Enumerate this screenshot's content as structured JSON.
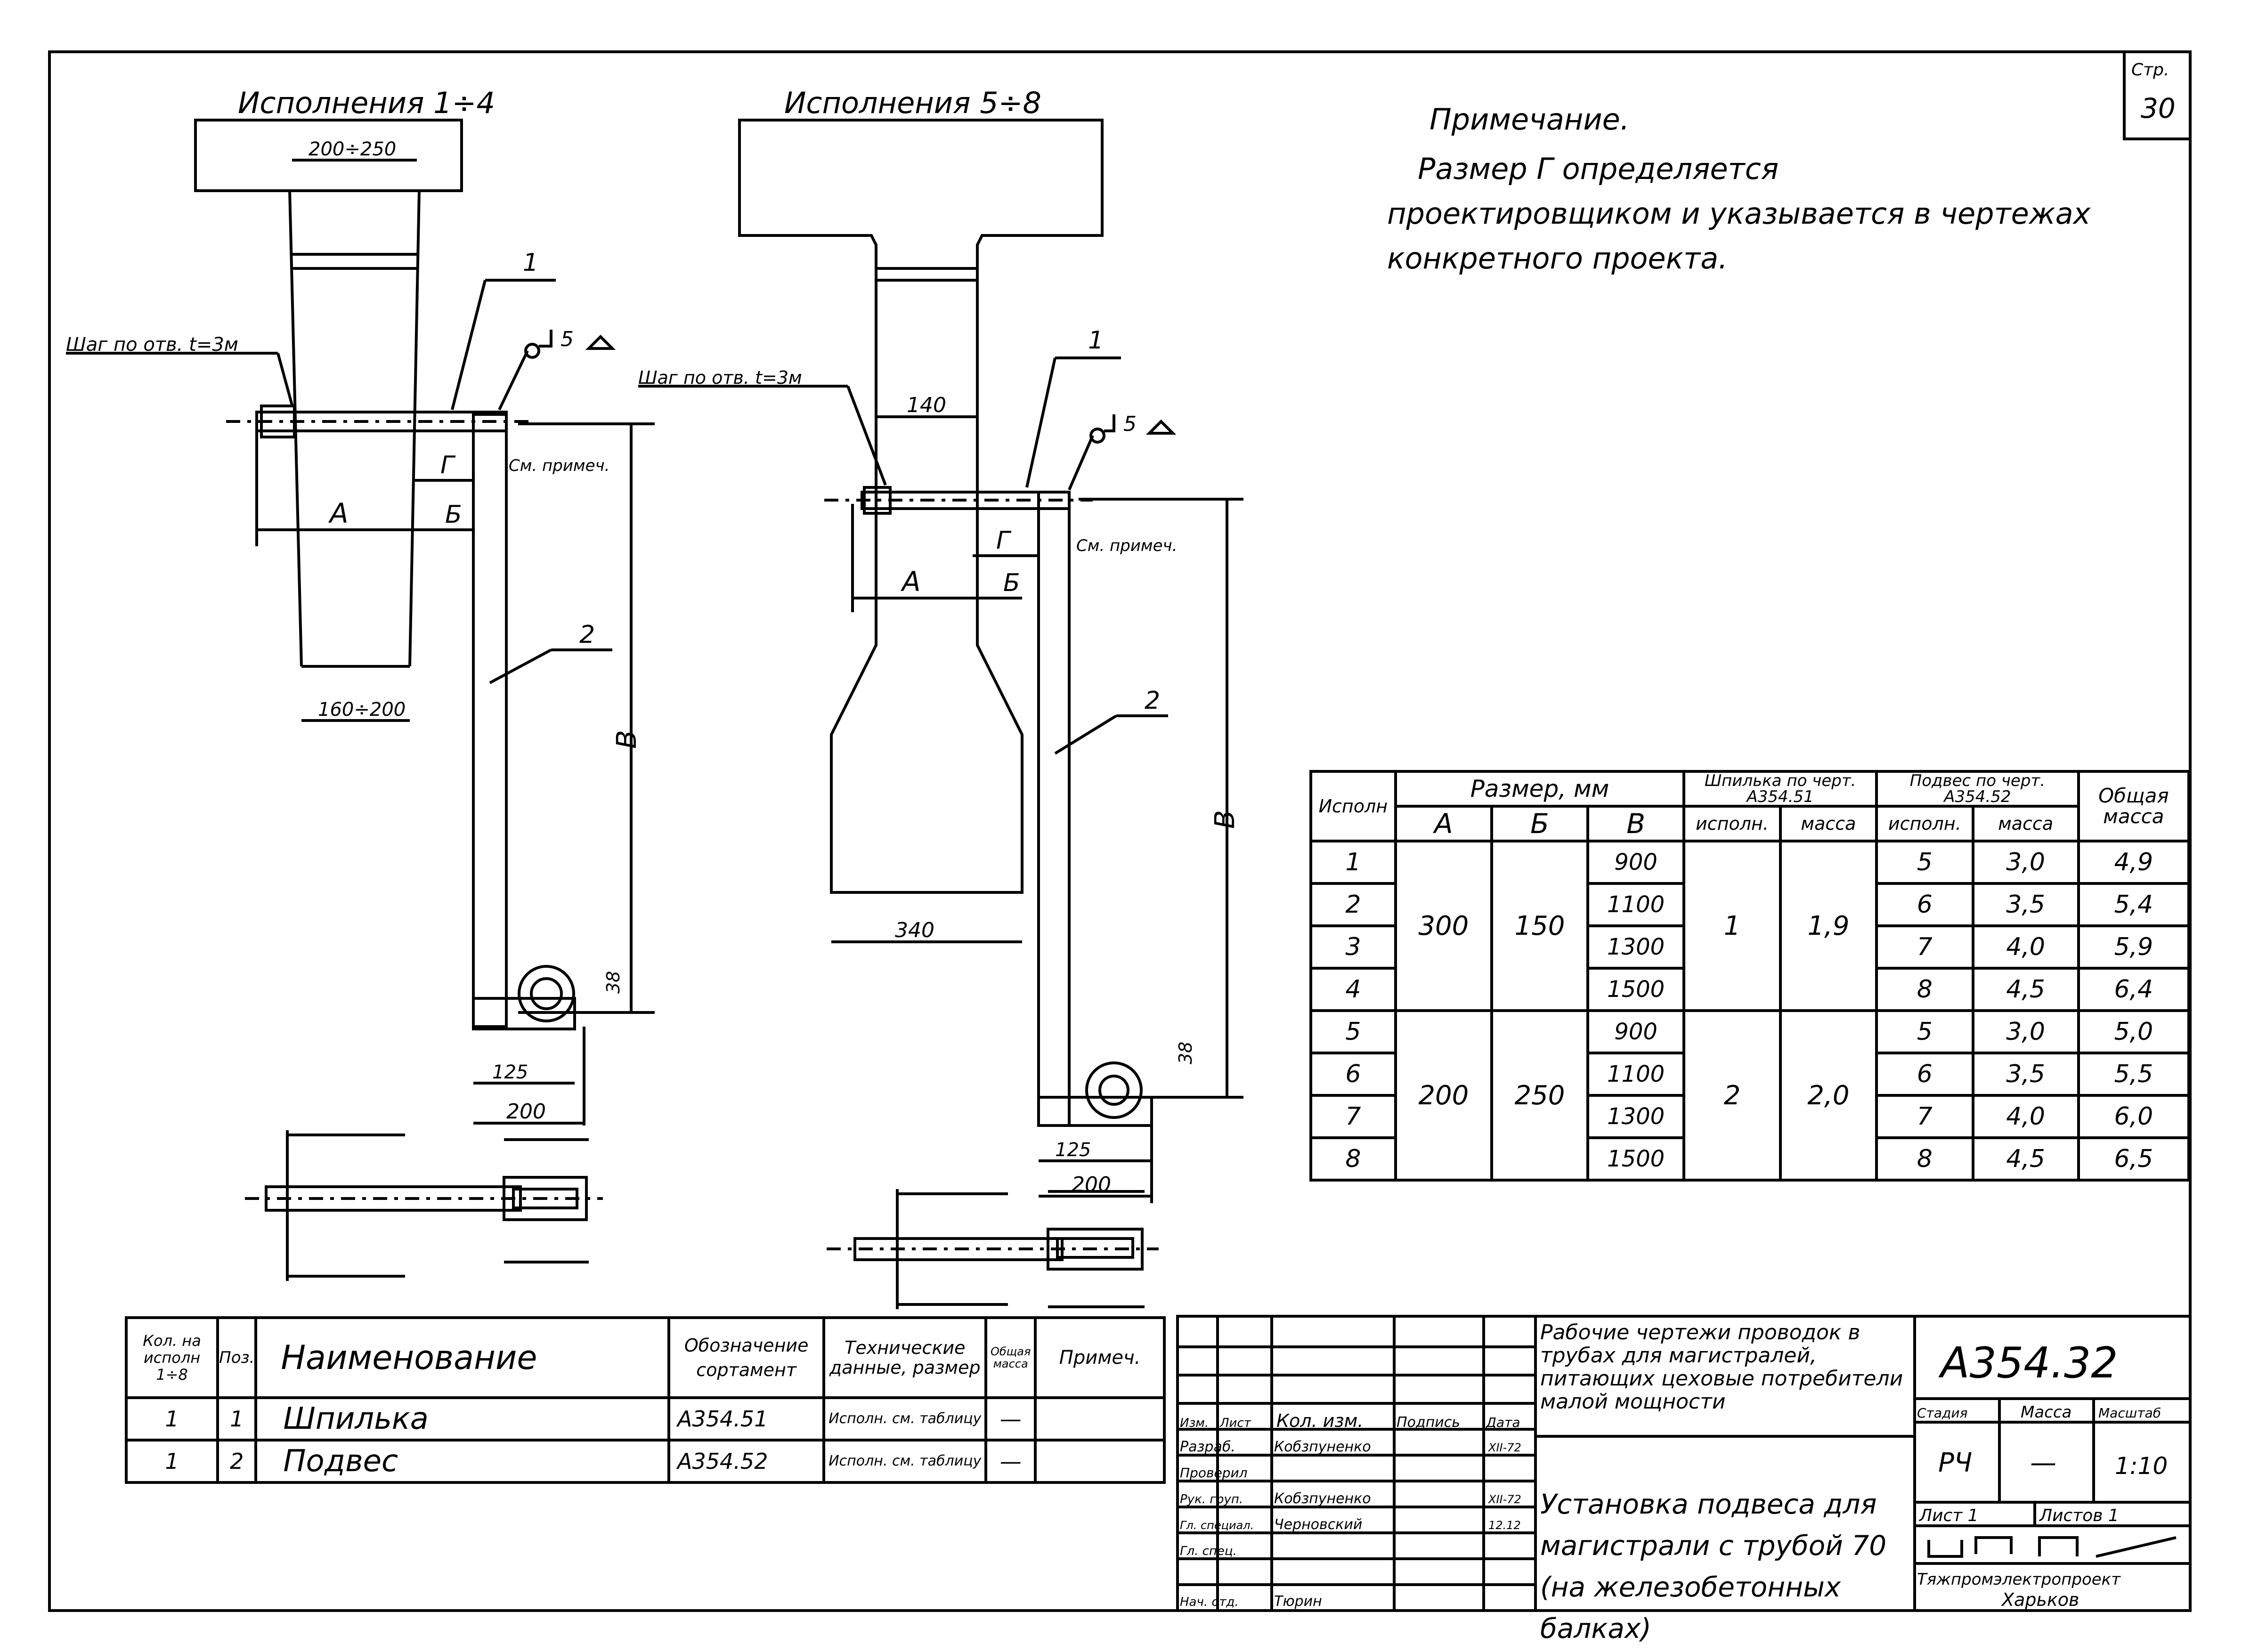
{
  "sheet": {
    "page_label": "Стр.",
    "page_number": "30"
  },
  "note": {
    "title": "Примечание.",
    "line1": "Размер  Г  определяется",
    "line2": "проектировщиком и указывается в чертежах",
    "line3": "конкретного проекта."
  },
  "view_left": {
    "title": "Исполнения 1÷4",
    "dim_top": "200÷250",
    "dim_bottom": "160÷200",
    "pitch_label": "Шаг по отв. t=3м",
    "pos1": "1",
    "pos2": "2",
    "weld": "5",
    "dim_A": "А",
    "dim_B": "Б",
    "dim_G": "Г",
    "dim_V": "В",
    "see_note": "См. примеч.",
    "dim_38": "38",
    "dim_125": "125",
    "dim_200": "200"
  },
  "view_right": {
    "title": "Исполнения 5÷8",
    "dim_140": "140",
    "dim_340": "340",
    "pitch_label": "Шаг по отв. t=3м",
    "pos1": "1",
    "pos2": "2",
    "weld": "5",
    "dim_A": "А",
    "dim_B": "Б",
    "dim_G": "Г",
    "dim_V": "В",
    "see_note": "См. примеч.",
    "dim_38": "38",
    "dim_125": "125",
    "dim_200": "200"
  },
  "size_table": {
    "h_ispoln": "Исполн",
    "h_size": "Размер, мм",
    "h_A": "А",
    "h_B": "Б",
    "h_V": "В",
    "h_stud": "Шпилька по черт. А354.51",
    "h_hanger": "Подвес по черт. А354.52",
    "h_ispoln2": "исполн.",
    "h_mass": "масса",
    "h_ispoln3": "исполн.",
    "h_mass2": "масса",
    "h_total": "Общая масса",
    "group1": {
      "A": "300",
      "B": "150",
      "stud_isp": "1",
      "stud_mass": "1,9"
    },
    "group2": {
      "A": "200",
      "B": "250",
      "stud_isp": "2",
      "stud_mass": "2,0"
    },
    "rows": [
      {
        "isp": "1",
        "V": "900",
        "h_isp": "5",
        "h_mass": "3,0",
        "total": "4,9"
      },
      {
        "isp": "2",
        "V": "1100",
        "h_isp": "6",
        "h_mass": "3,5",
        "total": "5,4"
      },
      {
        "isp": "3",
        "V": "1300",
        "h_isp": "7",
        "h_mass": "4,0",
        "total": "5,9"
      },
      {
        "isp": "4",
        "V": "1500",
        "h_isp": "8",
        "h_mass": "4,5",
        "total": "6,4"
      },
      {
        "isp": "5",
        "V": "900",
        "h_isp": "5",
        "h_mass": "3,0",
        "total": "5,0"
      },
      {
        "isp": "6",
        "V": "1100",
        "h_isp": "6",
        "h_mass": "3,5",
        "total": "5,5"
      },
      {
        "isp": "7",
        "V": "1300",
        "h_isp": "7",
        "h_mass": "4,0",
        "total": "6,0"
      },
      {
        "isp": "8",
        "V": "1500",
        "h_isp": "8",
        "h_mass": "4,5",
        "total": "6,5"
      }
    ]
  },
  "spec_table": {
    "h_qty": "Кол. на исполн 1÷8",
    "h_pos": "Поз.",
    "h_name": "Наименование",
    "h_designation": "Обозначение сортамент",
    "h_tech": "Технические данные, размер",
    "h_mass": "Общая масса",
    "h_note": "Примеч.",
    "rows": [
      {
        "qty": "1",
        "pos": "1",
        "name": "Шпилька",
        "designation": "А354.51",
        "tech": "Исполн. см. таблицу",
        "mass": "—"
      },
      {
        "qty": "1",
        "pos": "2",
        "name": "Подвес",
        "designation": "А354.52",
        "tech": "Исполн. см. таблицу",
        "mass": "—"
      }
    ]
  },
  "title_block": {
    "project_title": "Рабочие чертежи проводок в трубах для магистралей, питающих цеховые потребители малой мощности",
    "drawing_number": "А354.32",
    "sheet_title": "Установка подвеса для магистрали с трубой 70 (на железобетонных балках)",
    "h_stage": "Стадия",
    "h_mass": "Масса",
    "h_scale": "Масштаб",
    "stage": "РЧ",
    "mass": "—",
    "scale": "1:10",
    "sheet": "Лист 1",
    "sheets": "Листов 1",
    "org_line1": "Тяжпромэлектропроект",
    "org_line2": "Харьков",
    "h_izm": "Изм.",
    "h_list": "Лист",
    "h_kol": "Кол. изм.",
    "h_sign": "Подпись",
    "h_date": "Дата",
    "roles": [
      {
        "role": "Разраб.",
        "name": "Кобзпуненко",
        "date": "XII-72"
      },
      {
        "role": "Проверил",
        "name": "",
        "date": ""
      },
      {
        "role": "Рук. груп.",
        "name": "Кобзпуненко",
        "date": "XII-72"
      },
      {
        "role": "Гл. специал.",
        "name": "Черновский",
        "date": "12.12"
      },
      {
        "role": "Гл. спец.",
        "name": "",
        "date": ""
      },
      {
        "role": "Нач. отд.",
        "name": "Тюрин",
        "date": ""
      }
    ]
  }
}
